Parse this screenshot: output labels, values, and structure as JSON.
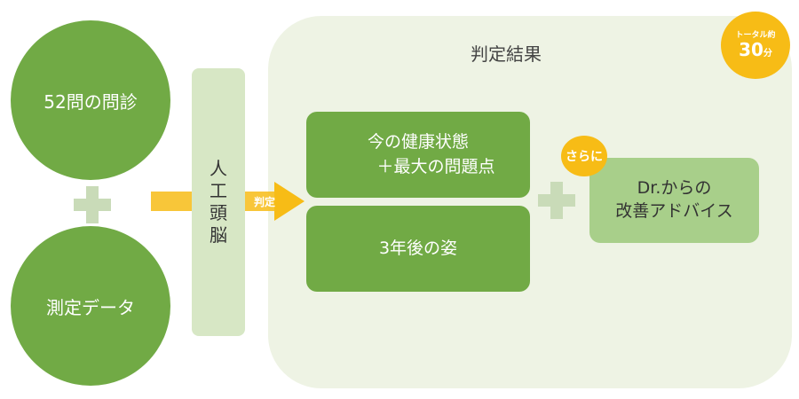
{
  "inputs": {
    "interview": "52問の問診",
    "measurement": "測定データ"
  },
  "ai": {
    "chars": [
      "人",
      "工",
      "頭",
      "脳"
    ]
  },
  "arrow": {
    "label": "判定"
  },
  "results": {
    "title": "判定結果",
    "box1_line1": "今の健康状態",
    "box1_line2": "＋最大の問題点",
    "box2": "3年後の姿",
    "extra_badge": "さらに",
    "advice_line1": "Dr.からの",
    "advice_line2": "改善アドバイス"
  },
  "total_badge": {
    "label": "トータル約",
    "number": "30",
    "unit": "分"
  },
  "colors": {
    "green_dark": "#71aa45",
    "green_light": "#a8cf8a",
    "green_pale": "#d7e7c5",
    "panel_bg": "#eef3e4",
    "accent_yellow": "#f7bc16",
    "plus_color": "#c9dbb8"
  }
}
